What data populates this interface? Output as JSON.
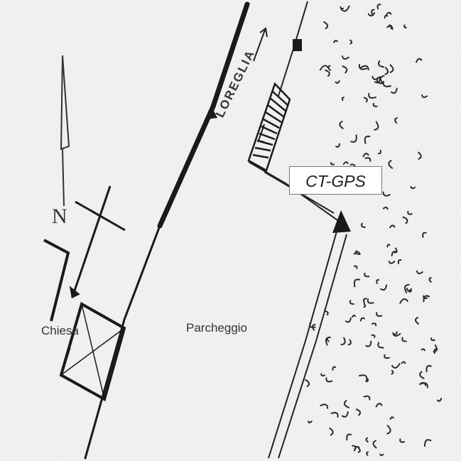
{
  "map": {
    "road_name": "LOREGLIA",
    "north_label": "N",
    "church_label": "Chiesa",
    "parking_label": "Parcheggio",
    "gps_label": "CT-GPS"
  },
  "icons": [
    "north-arrow-icon",
    "direction-arrow-icon",
    "church-cross-icon",
    "gps-point-icon",
    "vegetation-icon"
  ],
  "colors": {
    "ink": "#1a1a1a",
    "paper": "#f3f3f3",
    "label_box": "#ffffff"
  }
}
